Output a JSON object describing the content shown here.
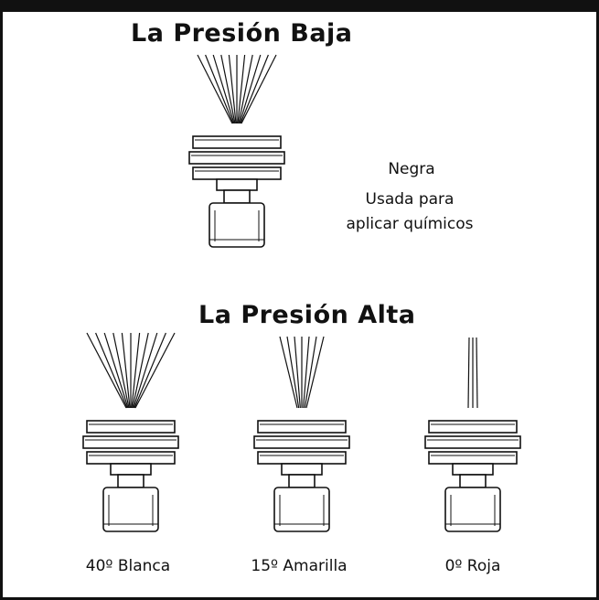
{
  "low_pressure": {
    "title": "La Presión Baja",
    "nozzle": {
      "color_label": "Negra",
      "use_line1": "Usada para",
      "use_line2": "aplicar químicos"
    }
  },
  "high_pressure": {
    "title": "La Presión Alta",
    "nozzles": [
      {
        "label": "40º Blanca",
        "angle_deg": 40,
        "color": "Blanca"
      },
      {
        "label": "15º Amarilla",
        "angle_deg": 15,
        "color": "Amarilla"
      },
      {
        "label": "0º Roja",
        "angle_deg": 0,
        "color": "Roja"
      }
    ]
  }
}
